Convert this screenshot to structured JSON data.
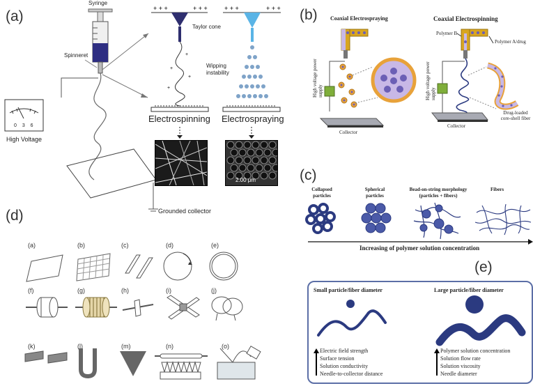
{
  "panels": {
    "a": "(a)",
    "b": "(b)",
    "c": "(c)",
    "d": "(d)",
    "e": "(e)"
  },
  "panel_a": {
    "syringe": "Syringe",
    "spinneret": "Spinneret",
    "taylor_cone": "Taylor cone",
    "whipping": "Wipping instability",
    "high_voltage": "High Voltage",
    "meter_scale": "0 3 6",
    "collector": "Grounded collector",
    "electrospinning": "Electrospinning",
    "electrospraying": "Electrospraying",
    "scale_bar": "2.00 μm"
  },
  "panel_b": {
    "title_left": "Coaxial Electrospraying",
    "title_right": "Coaxial Electrospinning",
    "power_supply": "High voltage power supply",
    "collector": "Collector",
    "polymer_b": "Polymer B",
    "polymer_a": "Polymer A/drug",
    "fiber_label": "Drug-loaded core-shell fiber"
  },
  "panel_c": {
    "labels": [
      "Collapsed particles",
      "Spherical particles",
      "Bead-on-string morphology (particles + fibers)",
      "Fibers"
    ],
    "axis": "Increasing of polymer solution concentration"
  },
  "panel_d": {
    "sublabels": [
      "(a)",
      "(b)",
      "(c)",
      "(d)",
      "(e)",
      "(f)",
      "(g)",
      "(h)",
      "(i)",
      "(j)",
      "(k)",
      "(l)",
      "(m)",
      "(n)",
      "(o)"
    ]
  },
  "panel_e": {
    "small_title": "Small particle/fiber diameter",
    "large_title": "Large particle/fiber diameter",
    "small_factors": [
      "Electric field strength",
      "Surface tension",
      "Solution conductivity",
      "Needle-to-collector distance"
    ],
    "large_factors": [
      "Polymer solution concentration",
      "Solution flow rate",
      "Solution viscosity",
      "Needle diameter"
    ]
  },
  "colors": {
    "navy": "#2b3a80",
    "purple": "#6b5fb5",
    "orange": "#e8a23a",
    "green": "#7fae3a",
    "gold": "#d9a620",
    "lavender": "#c8b8e6",
    "blue_panel": "#5b6ea6"
  }
}
